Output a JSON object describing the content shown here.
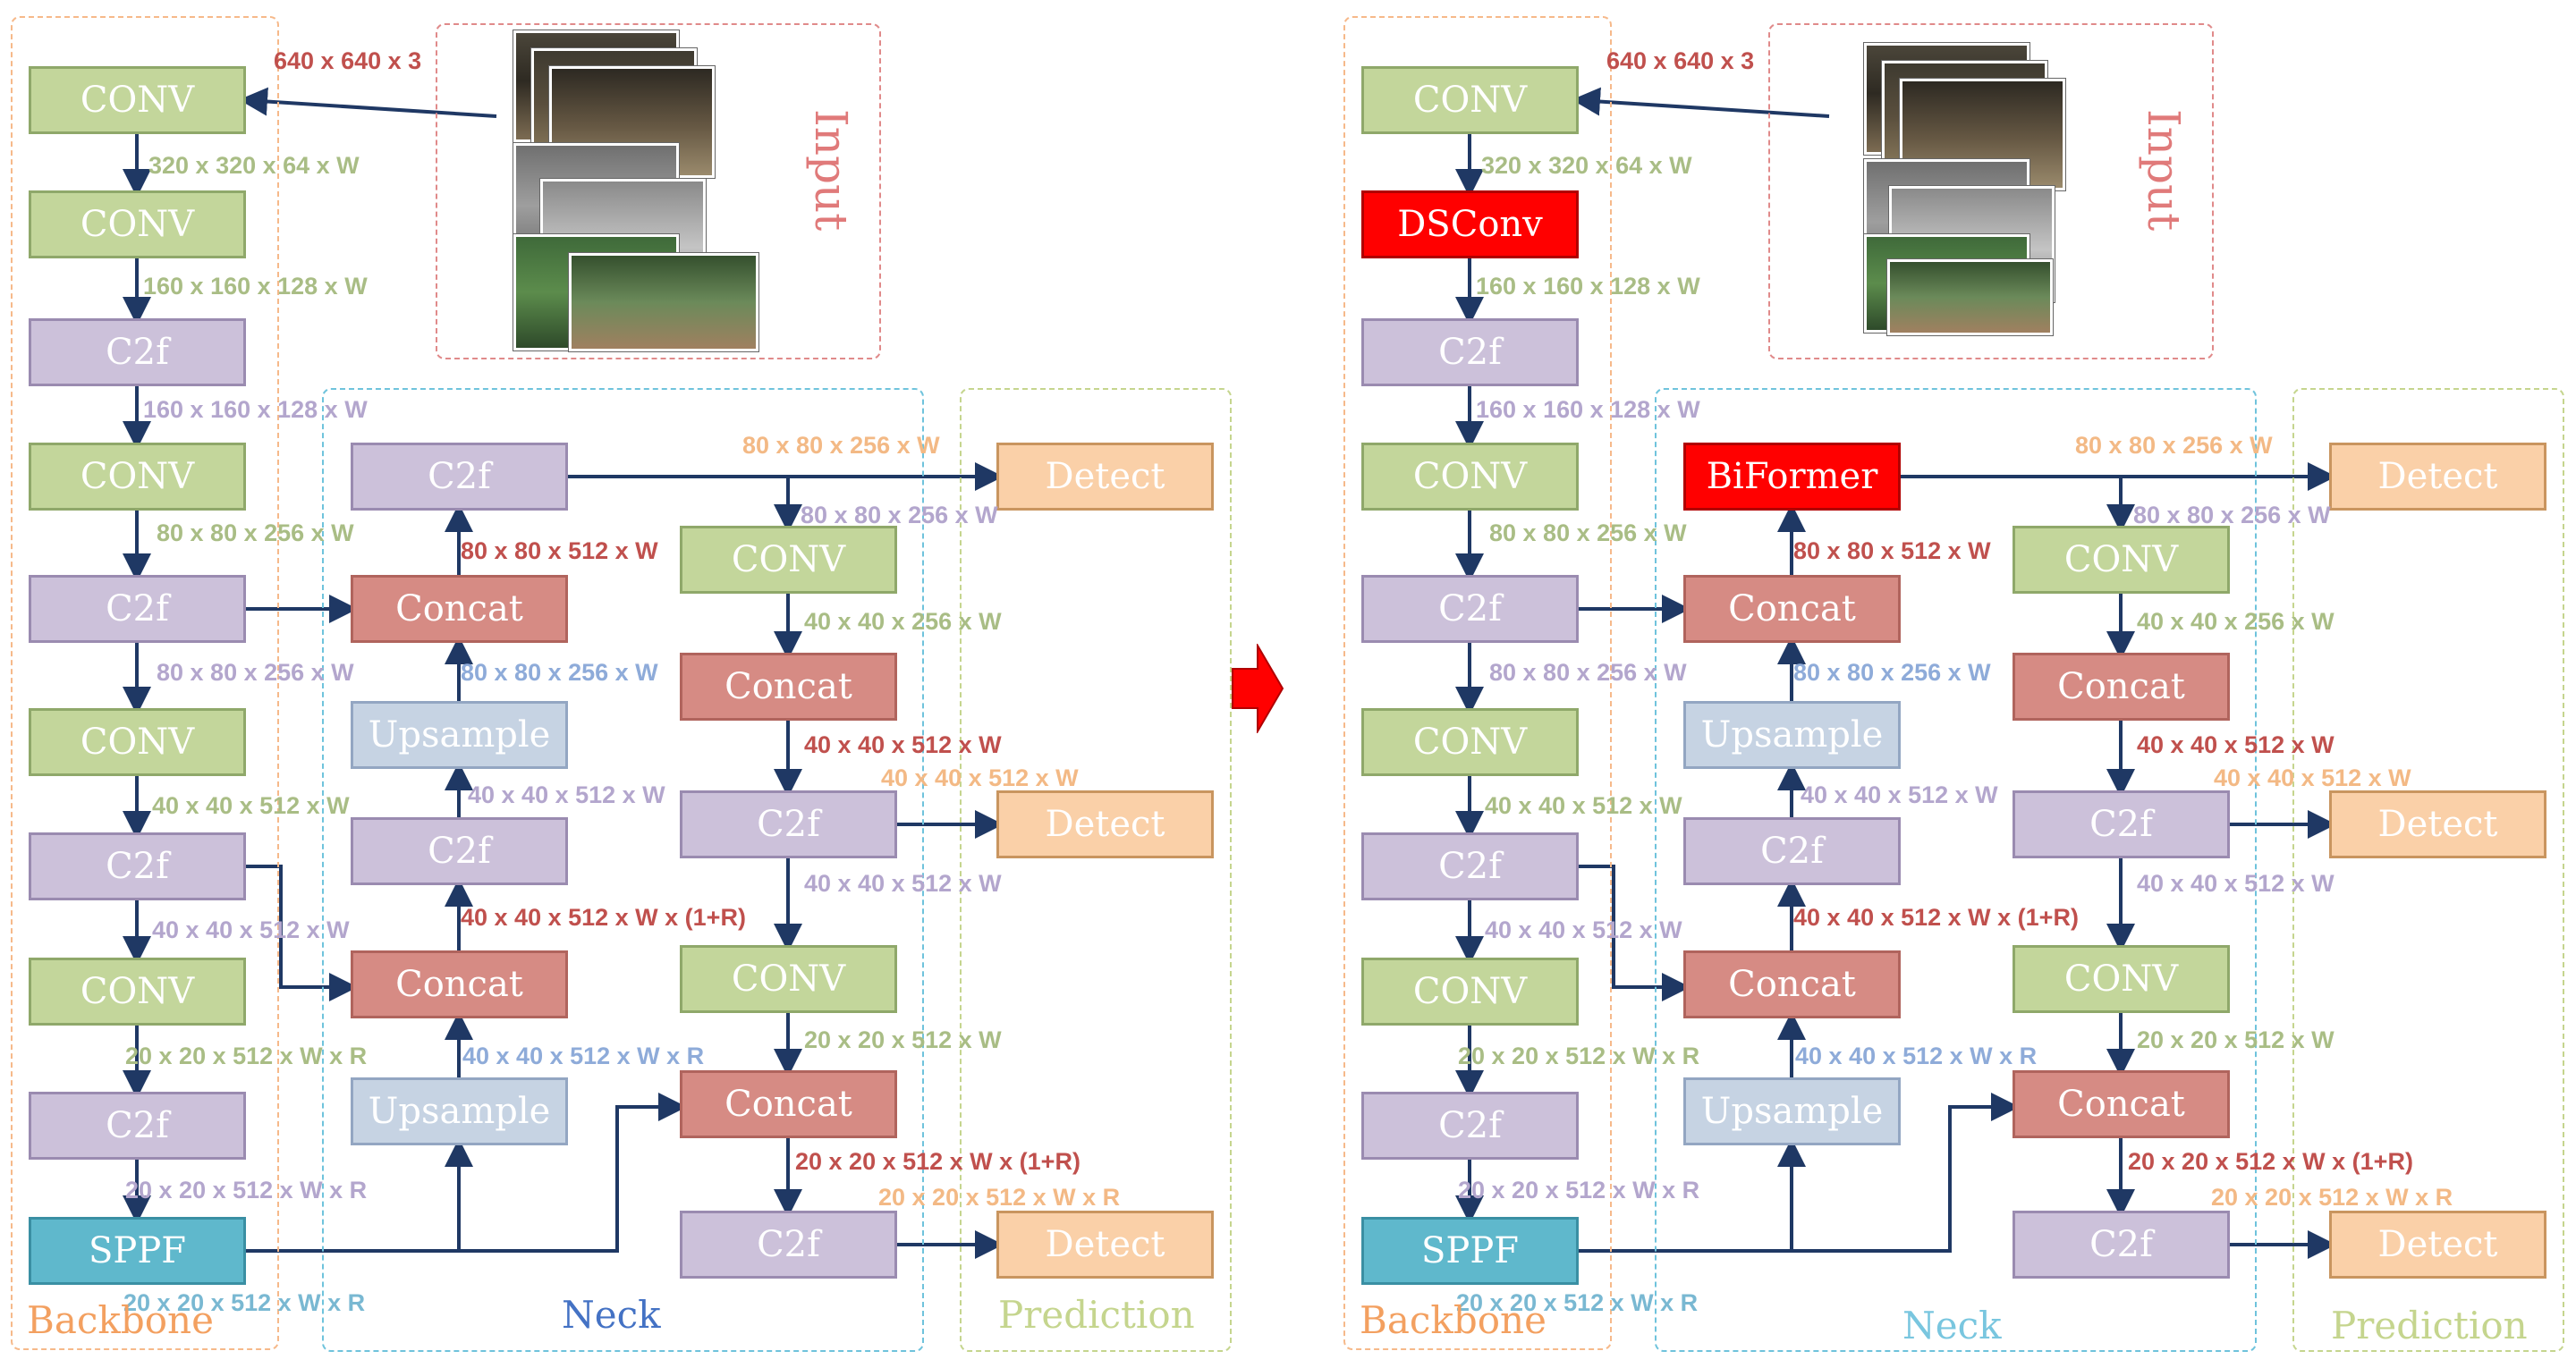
{
  "left": {
    "backbone": {
      "blocks": [
        "CONV",
        "CONV",
        "C2f",
        "CONV",
        "C2f",
        "CONV",
        "C2f",
        "CONV",
        "C2f",
        "SPPF"
      ],
      "dims": [
        "320 x 320 x 64 x W",
        "160 x 160 x 128 x W",
        "160 x 160 x 128 x W",
        "80 x 80 x 256 x W",
        "80 x 80 x 256 x W",
        "40 x 40 x 512 x W",
        "40 x 40 x 512 x W",
        "20 x 20 x 512 x W x R",
        "20 x 20 x 512 x W x R",
        "20 x 20 x 512 x W x R"
      ],
      "input_dim": "640 x 640 x 3",
      "label": "Backbone"
    },
    "input_label": "Input",
    "neck": {
      "blocks": [
        "C2f",
        "Concat",
        "Upsample",
        "C2f",
        "Concat",
        "Upsample"
      ],
      "dims": [
        "80 x 80 x 512 x W",
        "80 x 80 x 256 x W",
        "40 x 40 x 512 x W",
        "40 x 40 x 512 x W x (1+R)",
        "40 x 40 x 512 x W x R"
      ],
      "label": "Neck"
    },
    "head": {
      "blocks": [
        "CONV",
        "Concat",
        "C2f",
        "CONV",
        "Concat",
        "C2f"
      ],
      "dims": [
        "80 x 80 x 256 x W",
        "40 x 40 x 256 x W",
        "40 x 40 x 512 x W",
        "40 x 40 x 512 x W",
        "20 x 20 x 512 x W",
        "20 x 20 x 512 x W x (1+R)"
      ]
    },
    "prediction": {
      "blocks": [
        "Detect",
        "Detect",
        "Detect"
      ],
      "dims": [
        "80 x 80 x 256 x W",
        "40 x 40 x 512 x W",
        "20 x 20 x 512 x W x R"
      ],
      "label": "Prediction"
    }
  },
  "right": {
    "backbone": {
      "blocks": [
        "CONV",
        "DSConv",
        "C2f",
        "CONV",
        "C2f",
        "CONV",
        "C2f",
        "CONV",
        "C2f",
        "SPPF"
      ],
      "dims": [
        "320 x 320 x 64 x W",
        "160 x 160 x 128 x W",
        "160 x 160 x 128 x W",
        "80 x 80 x 256 x W",
        "80 x 80 x 256 x W",
        "40 x 40 x 512 x W",
        "40 x 40 x 512 x W",
        "20 x 20 x 512 x W x R",
        "20 x 20 x 512 x W x R",
        "20 x 20 x 512 x W x R"
      ],
      "input_dim": "640 x 640 x 3",
      "label": "Backbone"
    },
    "input_label": "Input",
    "neck": {
      "blocks": [
        "BiFormer",
        "Concat",
        "Upsample",
        "C2f",
        "Concat",
        "Upsample"
      ],
      "dims": [
        "80 x 80 x 512 x W",
        "80 x 80 x 256 x W",
        "40 x 40 x 512 x W",
        "40 x 40 x 512 x W x (1+R)",
        "40 x 40 x 512 x W x R"
      ],
      "label": "Neck"
    },
    "head": {
      "blocks": [
        "CONV",
        "Concat",
        "C2f",
        "CONV",
        "Concat",
        "C2f"
      ],
      "dims": [
        "80 x 80 x 256 x W",
        "40 x 40 x 256 x W",
        "40 x 40 x 512 x W",
        "40 x 40 x 512 x W",
        "20 x 20 x 512 x W",
        "20 x 20 x 512 x W x (1+R)"
      ]
    },
    "prediction": {
      "blocks": [
        "Detect",
        "Detect",
        "Detect"
      ],
      "dims": [
        "80 x 80 x 256 x W",
        "40 x 40 x 512 x W",
        "20 x 20 x 512 x W x R"
      ],
      "label": "Prediction"
    }
  },
  "colors": {
    "conv": "#c3d69b",
    "c2f": "#ccc1da",
    "concat": "#d68b84",
    "upsample": "#c6d3e3",
    "detect": "#fad0a8",
    "sppf": "#5fb8cc",
    "highlight": "#ff0000",
    "arrow": "#1f3864",
    "transition_arrow": "#ff0000"
  },
  "icons": {
    "transition": "right-arrow-icon"
  }
}
